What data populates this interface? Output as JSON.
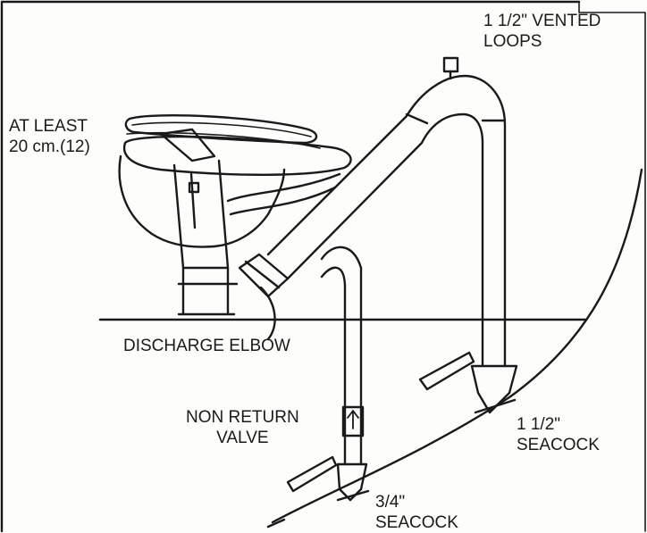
{
  "labels": {
    "vented_loops": [
      "1 1/2\" VENTED",
      "LOOPS"
    ],
    "at_least": [
      "AT LEAST",
      "20 cm.(12)"
    ],
    "discharge_elbow": "DISCHARGE ELBOW",
    "non_return_valve": [
      "NON RETURN",
      "VALVE"
    ],
    "seacock_large": [
      "1 1/2\"",
      "SEACOCK"
    ],
    "seacock_small": [
      "3/4\"",
      "SEACOCK"
    ]
  },
  "colors": {
    "line": "#1a1a1a",
    "fill": "#ffffff"
  }
}
